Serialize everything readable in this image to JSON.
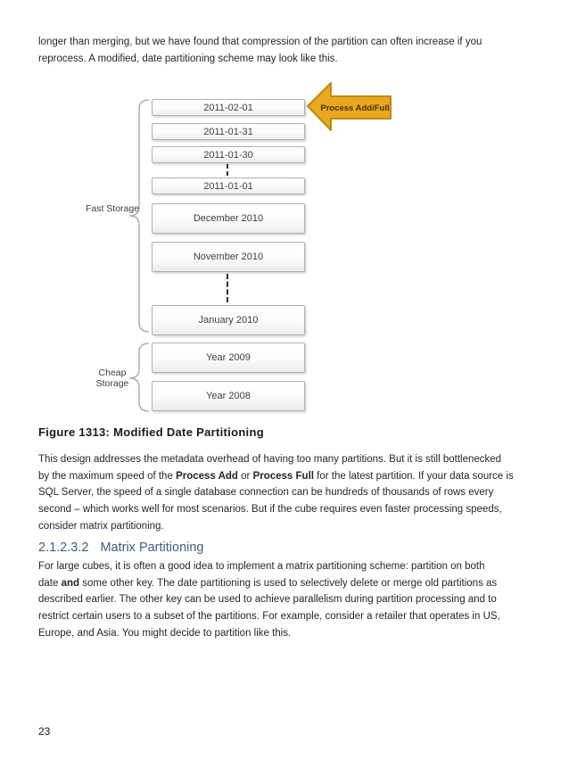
{
  "para_intro": {
    "lines": [
      [
        "longer than merging, but we have found that compression of the partition can often increase if you"
      ],
      [
        "reprocess. A modified, date partitioning scheme may look like this."
      ]
    ]
  },
  "figure": {
    "caption": "Figure 1313: Modified Date Partitioning",
    "boxes": [
      "2011-02-01",
      "2011-01-31",
      "2011-01-30",
      "2011-01-01",
      "December 2010",
      "November 2010",
      "January 2010",
      "Year 2009",
      "Year 2008"
    ],
    "fast_storage_label": "Fast Storage",
    "cheap_storage_label": "Cheap Storage",
    "arrow_label": "Process Add/Full"
  },
  "para_design": {
    "lines": [
      [
        "This design addresses the metadata overhead of having too many partitions. But it is still bottlenecked"
      ],
      [
        "by the maximum speed of the ",
        "Process Add",
        " or ",
        "Process Full",
        " for the latest partition. If your data source is"
      ],
      [
        "SQL Server, the speed of a single database connection can be hundreds of thousands of rows every"
      ],
      [
        "second – which works well for most scenarios. But if the cube requires even faster processing speeds,"
      ],
      [
        "consider matrix partitioning."
      ]
    ]
  },
  "heading": {
    "number": "2.1.2.3.2",
    "title": "Matrix Partitioning"
  },
  "para_matrix": {
    "lines": [
      [
        "For large cubes, it is often a good idea to implement a matrix partitioning scheme: partition on both"
      ],
      [
        "date ",
        "and",
        " some other key. The date partitioning is used to selectively delete or merge old partitions as"
      ],
      [
        "described earlier. The other key can be used to achieve parallelism during partition processing and to"
      ],
      [
        "restrict certain users to a subset of the partitions. For example, consider a retailer that operates in US,"
      ],
      [
        "Europe, and Asia. You might decide to partition like this."
      ]
    ]
  },
  "page_number": "23",
  "colors": {
    "arrow_fill": "#E9A820",
    "arrow_stroke": "#BD8B11",
    "heading": "#405D7B",
    "box_border": "#B0B0B0",
    "brace": "#A3A3A3"
  }
}
